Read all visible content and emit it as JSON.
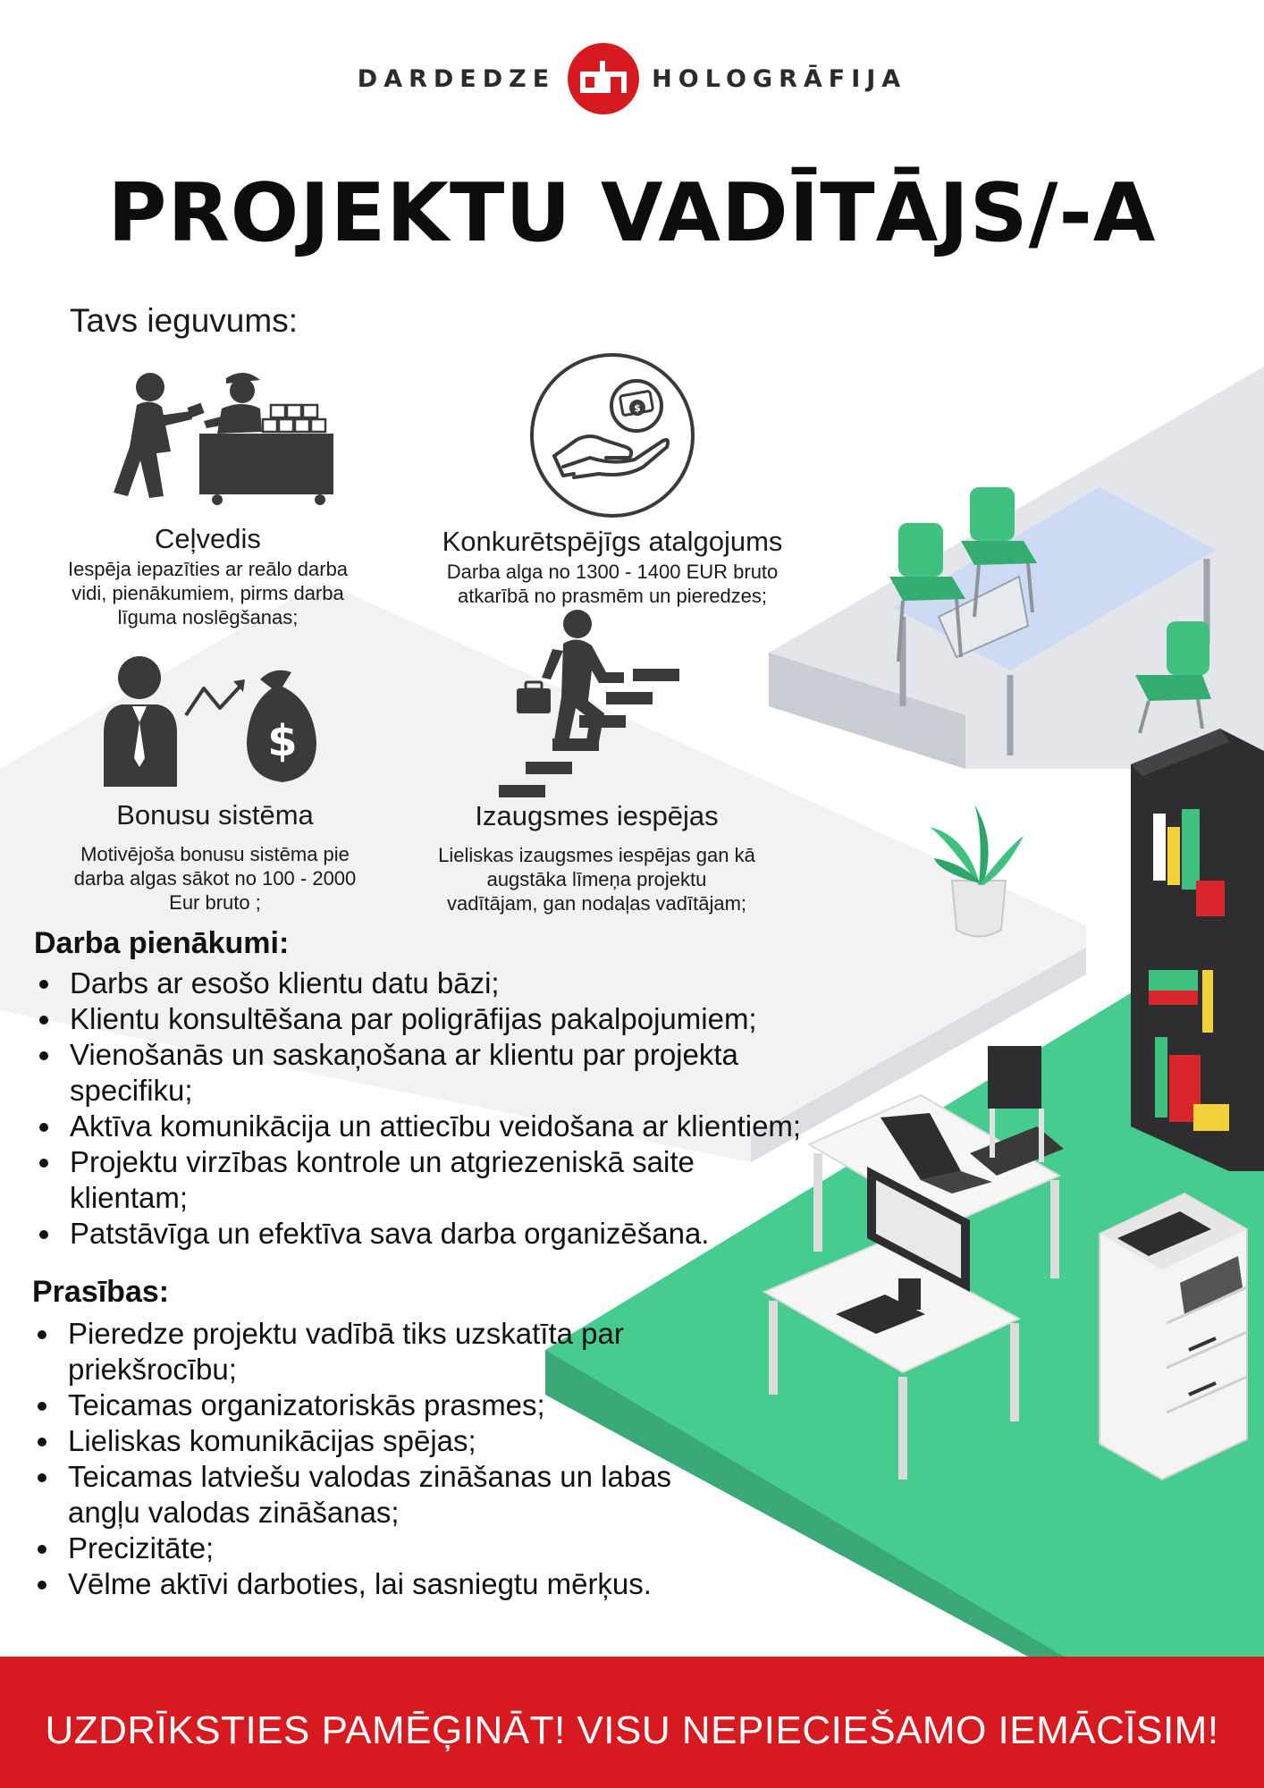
{
  "brand": {
    "left_word": "DARDEDZE",
    "right_word": "HOLOGRĀFIJA",
    "mark": "dh-monogram-logo",
    "color": "#d71920"
  },
  "title": "PROJEKTU VADĪTĀJS/-A",
  "benefits": {
    "heading": "Tavs ieguvums:",
    "items": [
      {
        "icon": "mentor-handover-icon",
        "title": "Ceļvedis",
        "lines": [
          "Iespēja iepazīties ar reālo darba",
          "vidi, pienākumiem, pirms darba",
          "līguma noslēgšanas;"
        ]
      },
      {
        "icon": "hand-money-icon",
        "title": "Konkurētspējīgs atalgojums",
        "lines": [
          "Darba alga no 1300 - 1400 EUR bruto",
          "atkarībā no prasmēm un pieredzes;"
        ]
      },
      {
        "icon": "bonus-money-bag-icon",
        "title": "Bonusu sistēma",
        "lines": [
          "Motivējoša bonusu sistēma pie",
          "darba algas sākot no 100 - 2000",
          "Eur bruto  ;"
        ]
      },
      {
        "icon": "career-stairs-icon",
        "title": "Izaugsmes iespējas",
        "lines": [
          "Lieliskas izaugsmes iespējas gan kā",
          "augstāka līmeņa projektu",
          "vadītājam, gan nodaļas vadītājam;"
        ]
      }
    ]
  },
  "duties": {
    "heading": "Darba pienākumi:",
    "items": [
      [
        "Darbs ar esošo klientu datu bāzi;"
      ],
      [
        "Klientu konsultēšana par poligrāfijas pakalpojumiem;"
      ],
      [
        "Vienošanās un saskaņošana ar klientu par projekta",
        "specifiku;"
      ],
      [
        "Aktīva komunikācija un attiecību veidošana ar klientiem;"
      ],
      [
        "Projektu virzības kontrole un atgriezeniskā saite",
        "klientam;"
      ],
      [
        "Patstāvīga un efektīva sava darba organizēšana."
      ]
    ]
  },
  "requirements": {
    "heading": "Prasības:",
    "items": [
      [
        "Pieredze projektu vadībā tiks uzskatīta par",
        "priekšrocību;"
      ],
      [
        "Teicamas organizatoriskās prasmes;"
      ],
      [
        "Lieliskas komunikācijas spējas;"
      ],
      [
        "Teicamas latviešu valodas zināšanas un labas",
        "angļu valodas zināšanas;"
      ],
      [
        "Precizitāte;"
      ],
      [
        "Vēlme aktīvi darboties, lai sasniegtu mērķus."
      ]
    ]
  },
  "footer": {
    "text": "UZDRĪKSTIES PAMĒĢINĀT! VISU NEPIECIEŠAMO IEMĀCĪSIM!"
  },
  "colors": {
    "accent_red": "#d71920",
    "floor_green": "#45cc8e",
    "chair_green": "#3fc27f",
    "icon_dark": "#3a3a3a"
  }
}
